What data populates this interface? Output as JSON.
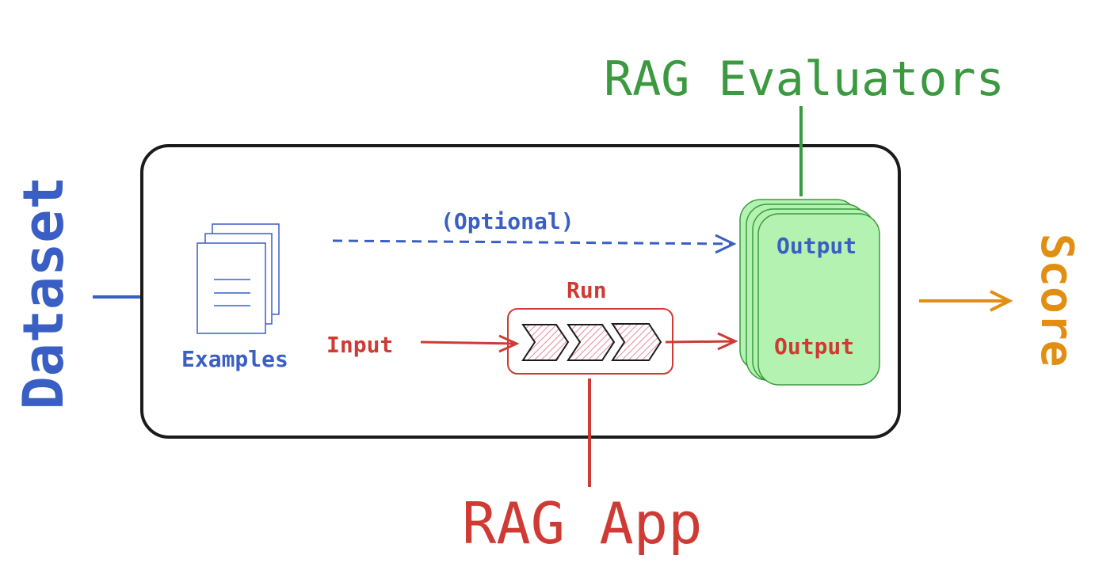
{
  "diagram": {
    "evaluators_title": "RAG Evaluators",
    "app_title": "RAG App",
    "dataset_label": "Dataset",
    "score_label": "Score",
    "examples_label": "Examples",
    "optional_label": "(Optional)",
    "input_label": "Input",
    "run_label": "Run",
    "reference_output_label": "Output",
    "run_output_label": "Output"
  },
  "colors": {
    "dataset_blue": "#3a5fc4",
    "app_red": "#cf3b34",
    "evaluator_green": "#3b9a3f",
    "output_fill": "#b3f2b0",
    "score_orange": "#e08f12"
  }
}
